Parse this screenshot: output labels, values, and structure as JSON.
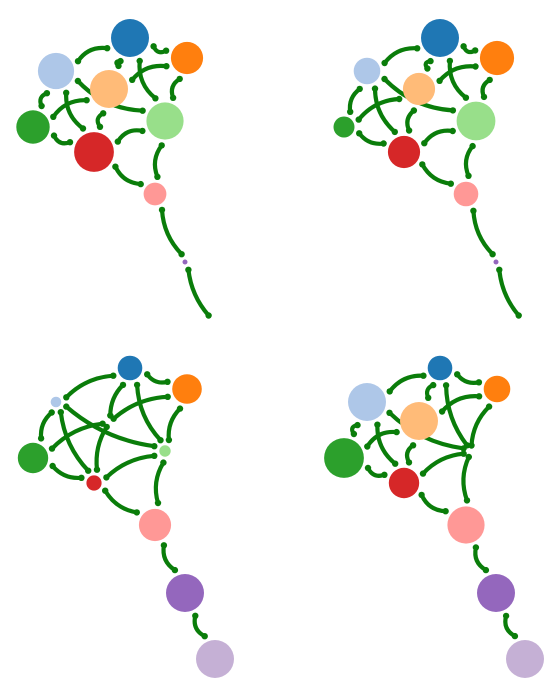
{
  "colors": {
    "edge": "#0a7d0a",
    "palette": [
      "#1f77b4",
      "#ff7f0e",
      "#aec7e8",
      "#ffbb78",
      "#2ca02c",
      "#98df8a",
      "#d62728",
      "#ff9896",
      "#9467bd",
      "#c5b0d5"
    ]
  },
  "panels": [
    {
      "id": "top-left",
      "nodes": [
        {
          "id": "n0",
          "color_index": 0,
          "size": 1.0
        },
        {
          "id": "n1",
          "color_index": 1,
          "size": 0.85
        },
        {
          "id": "n2",
          "color_index": 2,
          "size": 0.95
        },
        {
          "id": "n3",
          "color_index": 3,
          "size": 1.0
        },
        {
          "id": "n4",
          "color_index": 4,
          "size": 0.88
        },
        {
          "id": "n5",
          "color_index": 5,
          "size": 0.98
        },
        {
          "id": "n6",
          "color_index": 6,
          "size": 1.05
        },
        {
          "id": "n7",
          "color_index": 7,
          "size": 0.6
        },
        {
          "id": "n8",
          "color_index": 8,
          "size": 0.12
        },
        {
          "id": "n9",
          "color_index": 9,
          "size": 0.0
        }
      ]
    },
    {
      "id": "top-right",
      "nodes": [
        {
          "id": "n0",
          "color_index": 0,
          "size": 1.0
        },
        {
          "id": "n1",
          "color_index": 1,
          "size": 0.9
        },
        {
          "id": "n2",
          "color_index": 2,
          "size": 0.7
        },
        {
          "id": "n3",
          "color_index": 3,
          "size": 0.85
        },
        {
          "id": "n4",
          "color_index": 4,
          "size": 0.55
        },
        {
          "id": "n5",
          "color_index": 5,
          "size": 1.02
        },
        {
          "id": "n6",
          "color_index": 6,
          "size": 0.85
        },
        {
          "id": "n7",
          "color_index": 7,
          "size": 0.65
        },
        {
          "id": "n8",
          "color_index": 8,
          "size": 0.12
        },
        {
          "id": "n9",
          "color_index": 9,
          "size": 0.0
        }
      ]
    },
    {
      "id": "bottom-left",
      "nodes": [
        {
          "id": "n0",
          "color_index": 0,
          "size": 0.65
        },
        {
          "id": "n1",
          "color_index": 1,
          "size": 0.78
        },
        {
          "id": "n2",
          "color_index": 2,
          "size": 0.28
        },
        {
          "id": "n3",
          "color_index": 3,
          "size": 0.0
        },
        {
          "id": "n4",
          "color_index": 4,
          "size": 0.8
        },
        {
          "id": "n5",
          "color_index": 5,
          "size": 0.3
        },
        {
          "id": "n6",
          "color_index": 6,
          "size": 0.4
        },
        {
          "id": "n7",
          "color_index": 7,
          "size": 0.85
        },
        {
          "id": "n8",
          "color_index": 8,
          "size": 1.0
        },
        {
          "id": "n9",
          "color_index": 9,
          "size": 1.0
        }
      ]
    },
    {
      "id": "bottom-right",
      "nodes": [
        {
          "id": "n0",
          "color_index": 0,
          "size": 0.65
        },
        {
          "id": "n1",
          "color_index": 1,
          "size": 0.7
        },
        {
          "id": "n2",
          "color_index": 2,
          "size": 1.0
        },
        {
          "id": "n3",
          "color_index": 3,
          "size": 1.0
        },
        {
          "id": "n4",
          "color_index": 4,
          "size": 1.05
        },
        {
          "id": "n5",
          "color_index": 5,
          "size": 0.0
        },
        {
          "id": "n6",
          "color_index": 6,
          "size": 0.8
        },
        {
          "id": "n7",
          "color_index": 7,
          "size": 0.98
        },
        {
          "id": "n8",
          "color_index": 8,
          "size": 1.0
        },
        {
          "id": "n9",
          "color_index": 9,
          "size": 1.0
        }
      ]
    }
  ],
  "edges": [
    {
      "panels": [
        "top-left",
        "top-right",
        "bottom-left",
        "bottom-right"
      ],
      "source": "n0",
      "target": "n1"
    },
    {
      "panels": [
        "top-left",
        "top-right",
        "bottom-left",
        "bottom-right"
      ],
      "source": "n0",
      "target": "n2"
    },
    {
      "panels": [
        "top-left",
        "top-right",
        "bottom-left",
        "bottom-right"
      ],
      "source": "n0",
      "target": "n3"
    },
    {
      "panels": [
        "top-left",
        "top-right",
        "bottom-left",
        "bottom-right"
      ],
      "source": "n0",
      "target": "n5"
    },
    {
      "panels": [
        "top-left",
        "top-right",
        "bottom-left",
        "bottom-right"
      ],
      "source": "n1",
      "target": "n3"
    },
    {
      "panels": [
        "top-left",
        "top-right",
        "bottom-left",
        "bottom-right"
      ],
      "source": "n1",
      "target": "n5"
    },
    {
      "panels": [
        "top-left",
        "top-right",
        "bottom-left",
        "bottom-right"
      ],
      "source": "n2",
      "target": "n4"
    },
    {
      "panels": [
        "top-left",
        "top-right",
        "bottom-left",
        "bottom-right"
      ],
      "source": "n2",
      "target": "n6"
    },
    {
      "panels": [
        "top-left",
        "top-right",
        "bottom-left",
        "bottom-right"
      ],
      "source": "n2",
      "target": "n5"
    },
    {
      "panels": [
        "top-left",
        "top-right",
        "bottom-left",
        "bottom-right"
      ],
      "source": "n3",
      "target": "n4"
    },
    {
      "panels": [
        "top-left",
        "top-right",
        "bottom-left",
        "bottom-right"
      ],
      "source": "n3",
      "target": "n6"
    },
    {
      "panels": [
        "top-left",
        "top-right",
        "bottom-left",
        "bottom-right"
      ],
      "source": "n4",
      "target": "n6"
    },
    {
      "panels": [
        "top-left",
        "top-right",
        "bottom-left",
        "bottom-right"
      ],
      "source": "n5",
      "target": "n6"
    },
    {
      "panels": [
        "top-left",
        "top-right",
        "bottom-left",
        "bottom-right"
      ],
      "source": "n5",
      "target": "n7"
    },
    {
      "panels": [
        "top-left",
        "top-right",
        "bottom-left",
        "bottom-right"
      ],
      "source": "n6",
      "target": "n7"
    },
    {
      "panels": [
        "top-left",
        "top-right",
        "bottom-left",
        "bottom-right"
      ],
      "source": "n7",
      "target": "n8"
    },
    {
      "panels": [
        "top-left",
        "top-right",
        "bottom-left",
        "bottom-right"
      ],
      "source": "n8",
      "target": "n9"
    }
  ]
}
